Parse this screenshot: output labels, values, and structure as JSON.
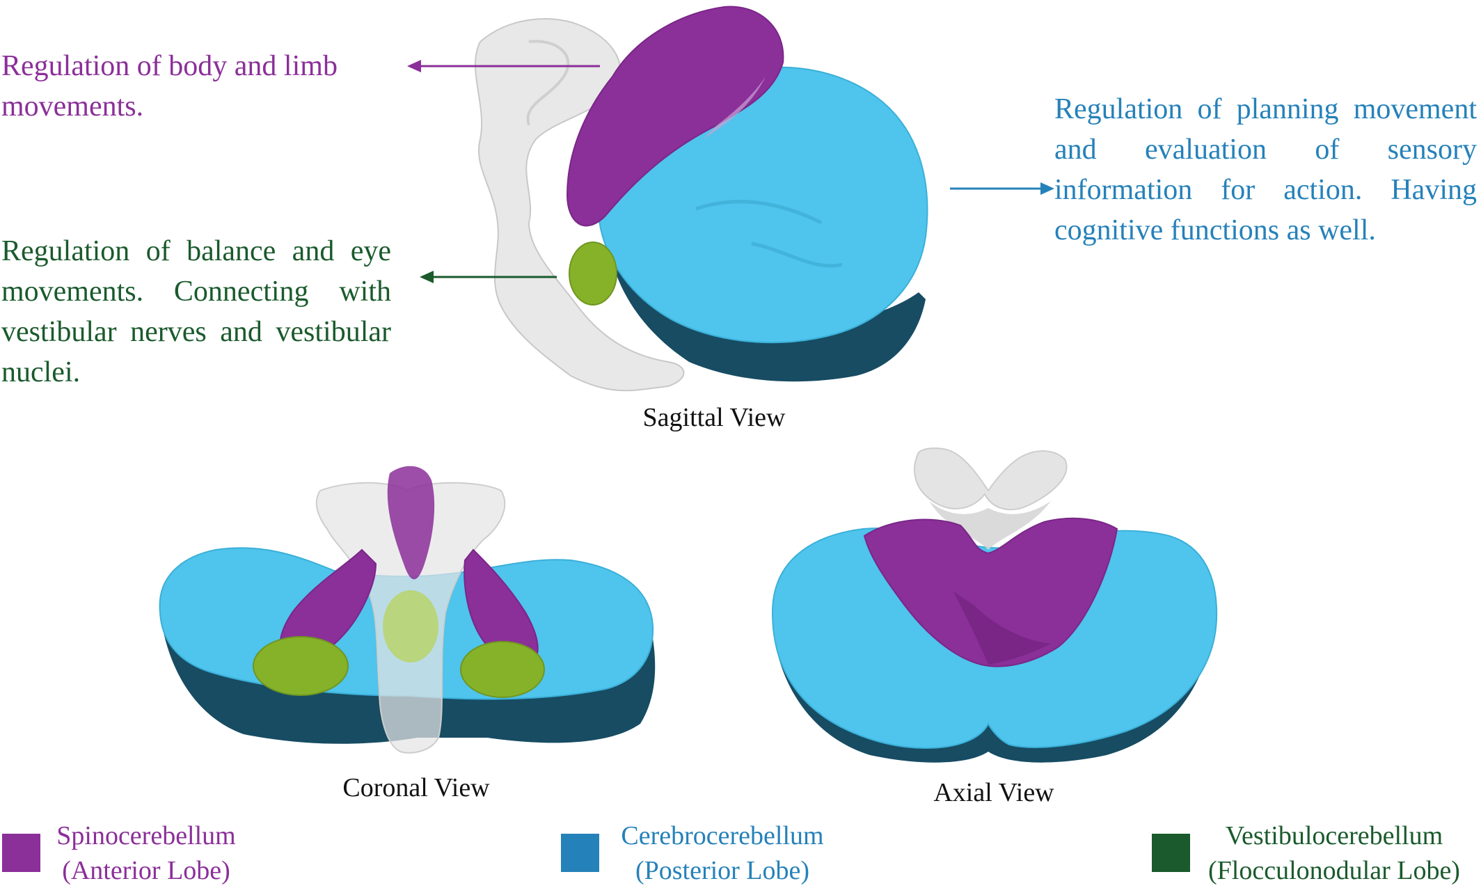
{
  "colors": {
    "spino": "#8b2f99",
    "cerebro": "#4fc4ec",
    "cerebro_dark": "#174c63",
    "vestib": "#86b22a",
    "vestib_legend": "#1a5a2c",
    "brainstem": "#e4e4e4",
    "text_purple": "#8b2f99",
    "text_blue": "#2581b9",
    "text_green": "#1a5a2c"
  },
  "annotations": {
    "body_limb": "Regulation of body and limb movements.",
    "balance_eye": "Regulation of  balance and eye movements. Connecting with vestibular nerves and vestibular nuclei.",
    "planning": "Regulation of planning movement and evaluation of sensory information for action. Having cognitive functions as well."
  },
  "views": {
    "sagittal": "Sagittal View",
    "coronal": "Coronal View",
    "axial": "Axial View"
  },
  "legend": [
    {
      "name": "Spinocerebellum",
      "sub": "(Anterior Lobe)",
      "icon": "purple-square"
    },
    {
      "name": "Cerebrocerebellum",
      "sub": "(Posterior Lobe)",
      "icon": "blue-square"
    },
    {
      "name": "Vestibulocerebellum",
      "sub": "(Flocculonodular Lobe)",
      "icon": "green-square"
    }
  ]
}
